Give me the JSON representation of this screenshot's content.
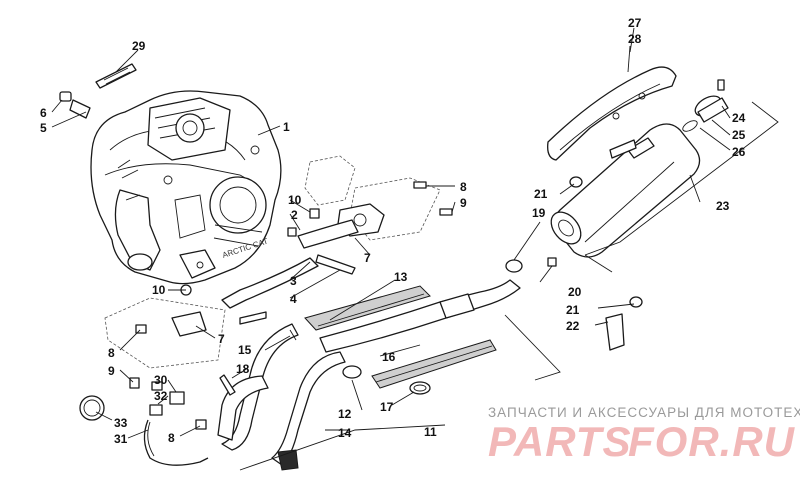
{
  "callouts": [
    {
      "id": "c1",
      "label": "1"
    },
    {
      "id": "c2",
      "label": "2"
    },
    {
      "id": "c3",
      "label": "3"
    },
    {
      "id": "c4",
      "label": "4"
    },
    {
      "id": "c5",
      "label": "5"
    },
    {
      "id": "c6",
      "label": "6"
    },
    {
      "id": "c7a",
      "label": "7"
    },
    {
      "id": "c7b",
      "label": "7"
    },
    {
      "id": "c8a",
      "label": "8"
    },
    {
      "id": "c8b",
      "label": "8"
    },
    {
      "id": "c8c",
      "label": "8"
    },
    {
      "id": "c9a",
      "label": "9"
    },
    {
      "id": "c9b",
      "label": "9"
    },
    {
      "id": "c10a",
      "label": "10"
    },
    {
      "id": "c10b",
      "label": "10"
    },
    {
      "id": "c11",
      "label": "11"
    },
    {
      "id": "c12",
      "label": "12"
    },
    {
      "id": "c13",
      "label": "13"
    },
    {
      "id": "c14",
      "label": "14"
    },
    {
      "id": "c15",
      "label": "15"
    },
    {
      "id": "c16",
      "label": "16"
    },
    {
      "id": "c17",
      "label": "17"
    },
    {
      "id": "c18",
      "label": "18"
    },
    {
      "id": "c19",
      "label": "19"
    },
    {
      "id": "c20",
      "label": "20"
    },
    {
      "id": "c21a",
      "label": "21"
    },
    {
      "id": "c21b",
      "label": "21"
    },
    {
      "id": "c22",
      "label": "22"
    },
    {
      "id": "c23",
      "label": "23"
    },
    {
      "id": "c24",
      "label": "24"
    },
    {
      "id": "c25",
      "label": "25"
    },
    {
      "id": "c26",
      "label": "26"
    },
    {
      "id": "c27",
      "label": "27"
    },
    {
      "id": "c28",
      "label": "28"
    },
    {
      "id": "c29",
      "label": "29"
    },
    {
      "id": "c30",
      "label": "30"
    },
    {
      "id": "c31",
      "label": "31"
    },
    {
      "id": "c32",
      "label": "32"
    },
    {
      "id": "c33",
      "label": "33"
    }
  ],
  "watermark": {
    "caption": "ЗАПЧАСТИ И АКСЕССУАРЫ ДЛЯ МОТОТЕХНИКИ",
    "logo_left": "PARTS",
    "logo_right": "FOR.RU",
    "logo_color": "#f2b8b8"
  }
}
